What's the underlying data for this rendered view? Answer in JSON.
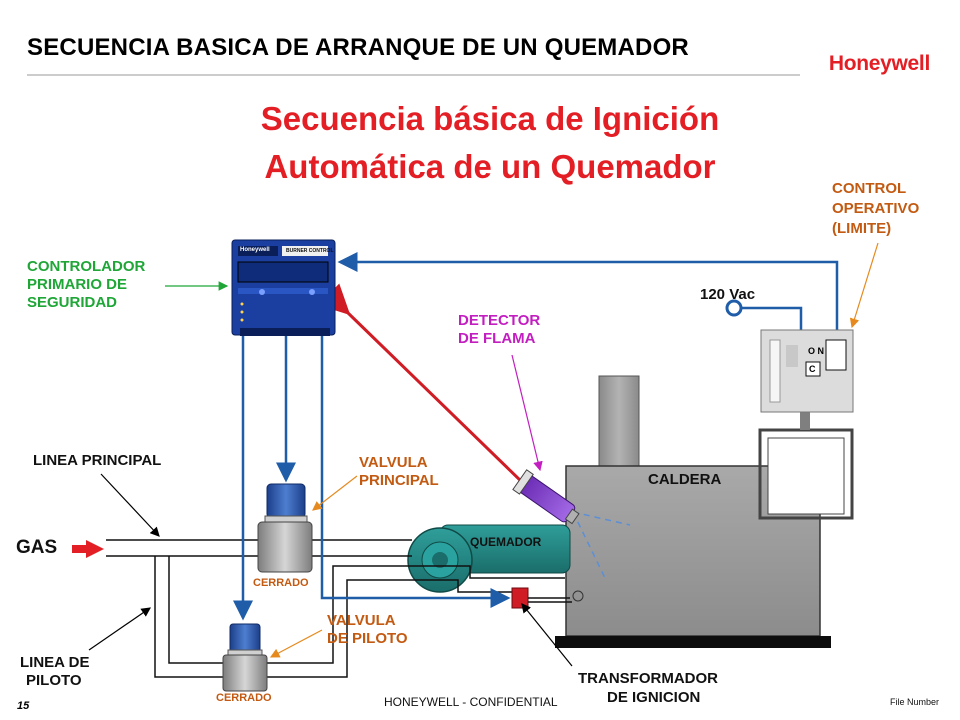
{
  "header": {
    "title": "SECUENCIA BASICA DE ARRANQUE DE UN QUEMADOR",
    "brand": "Honeywell"
  },
  "title": {
    "line1": "Secuencia básica de Ignición",
    "line2": "Automática de un Quemador"
  },
  "labels": {
    "safety_controller": [
      "CONTROLADOR",
      "PRIMARIO DE",
      "SEGURIDAD"
    ],
    "operating_control": [
      "CONTROL",
      "OPERATIVO",
      "(LIMITE)"
    ],
    "supply_voltage": "120 Vac",
    "flame_detector": [
      "DETECTOR",
      "DE FLAMA"
    ],
    "main_line": "LINEA PRINCIPAL",
    "main_valve": [
      "VALVULA",
      "PRINCIPAL"
    ],
    "boiler": "CALDERA",
    "burner": "QUEMADOR",
    "gas": "GAS",
    "main_valve_state": "CERRADO",
    "pilot_valve": [
      "VALVULA",
      "DE PILOTO"
    ],
    "pilot_line": [
      "LINEA DE",
      "PILOTO"
    ],
    "pilot_valve_state": "CERRADO",
    "transformer": [
      "TRANSFORMADOR",
      "DE IGNICION"
    ],
    "switch_on": "O N",
    "switch_c": "C"
  },
  "device": {
    "controller_brand": "Honeywell",
    "controller_model": "BURNER CONTROL"
  },
  "footer": {
    "page": "15",
    "confidential": "HONEYWELL - CONFIDENTIAL",
    "file_number": "File Number"
  },
  "colors": {
    "title": "#e31e24",
    "controller_label": "#1fa637",
    "valve_label": "#c35a12",
    "detector_label": "#c21ec0",
    "wiring": "#1f5da8",
    "flame_signal": "#d01c24"
  }
}
